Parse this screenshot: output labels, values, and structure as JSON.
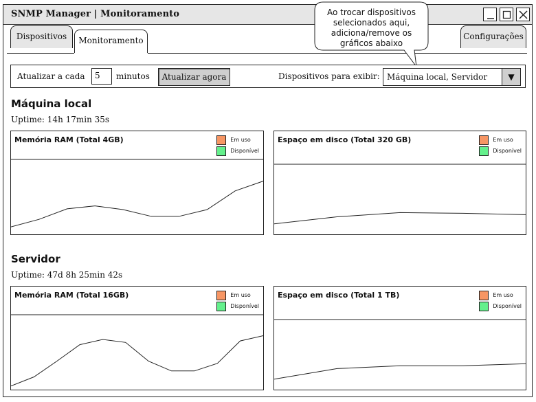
{
  "window": {
    "title": "SNMP Manager | Monitoramento"
  },
  "tabs": [
    {
      "label": "Dispositivos",
      "active": false
    },
    {
      "label": "Monitoramento",
      "active": true
    },
    {
      "label": "Configurações",
      "active": false
    }
  ],
  "callout": {
    "text_lines": [
      "Ao trocar dispositivos",
      "selecionados aqui,",
      "adiciona/remove os",
      "gráficos abaixo"
    ]
  },
  "toolbar": {
    "refresh_prefix": "Atualizar a cada",
    "interval_value": "5",
    "refresh_suffix": "minutos",
    "update_button": "Atualizar agora",
    "devices_label": "Dispositivos para exibir:",
    "devices_selected": "Máquina local, Servidor"
  },
  "colors": {
    "in_use": "#f79664",
    "available": "#64f08c"
  },
  "legend": {
    "in_use": "Em uso",
    "available": "Disponível"
  },
  "devices": [
    {
      "name": "Máquina local",
      "uptime": "Uptime: 14h 17min 35s",
      "charts": [
        {
          "title": "Memória RAM  (Total 4GB)",
          "trend": [
            0.1,
            0.2,
            0.34,
            0.38,
            0.33,
            0.24,
            0.24,
            0.33,
            0.58,
            0.71
          ]
        },
        {
          "title": "Espaço em disco (Total 320 GB)",
          "trend": [
            0.15,
            0.25,
            0.31,
            0.3,
            0.28
          ]
        }
      ]
    },
    {
      "name": "Servidor",
      "uptime": "Uptime: 47d 8h 25min 42s",
      "charts": [
        {
          "title": "Memória RAM  (Total 16GB)",
          "trend": [
            0.05,
            0.17,
            0.38,
            0.6,
            0.67,
            0.63,
            0.38,
            0.25,
            0.25,
            0.35,
            0.65,
            0.72
          ]
        },
        {
          "title": "Espaço em disco (Total 1 TB)",
          "trend": [
            0.15,
            0.3,
            0.34,
            0.34,
            0.37
          ]
        }
      ]
    }
  ]
}
